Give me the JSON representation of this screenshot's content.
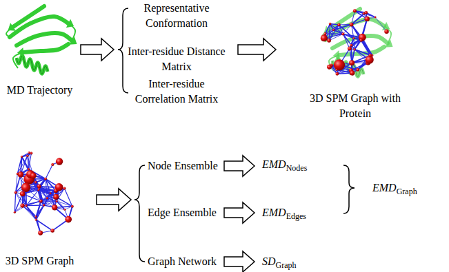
{
  "diagram": {
    "labels": [
      "Representative Conformation",
      "Inter-residue Distance Matrix",
      "Inter-residue Correlation Matrix",
      "MD Trajectory",
      "3D SPM Graph with Protein",
      "Node Ensemble",
      "EMDNodes",
      "EMDGraph",
      "Edge Ensemble",
      "EMDEdges",
      "Graph Network",
      "SDGraph",
      "3D SPM Graph"
    ]
  }
}
